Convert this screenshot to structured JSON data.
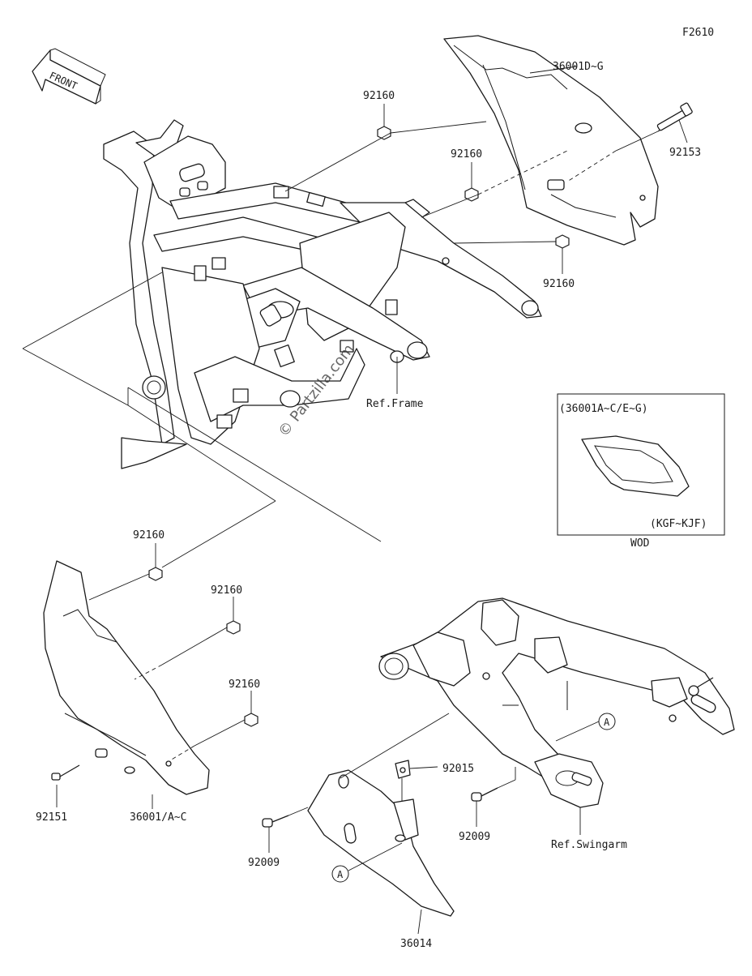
{
  "figure_code": "F2610",
  "direction_label": "FRONT",
  "watermark": "© Partzilla.com",
  "labels": {
    "cover_right": "36001D~G",
    "bolt_right": "92153",
    "nut_top1": "92160",
    "nut_top2": "92160",
    "nut_right": "92160",
    "ref_frame": "Ref.Frame",
    "nut_left1": "92160",
    "nut_left2": "92160",
    "nut_left3": "92160",
    "bolt_left": "92151",
    "cover_left": "36001/A~C",
    "clip": "92015",
    "bolt_a": "92009",
    "bolt_b": "92009",
    "guard": "36014",
    "ref_swingarm": "Ref.Swingarm",
    "marker_a1": "A",
    "marker_a2": "A"
  },
  "inset": {
    "title": "(36001A~C/E~G)",
    "code": "(KGF~KJF)",
    "caption": "WOD"
  },
  "colors": {
    "line": "#1a1a1a",
    "background": "#ffffff"
  }
}
